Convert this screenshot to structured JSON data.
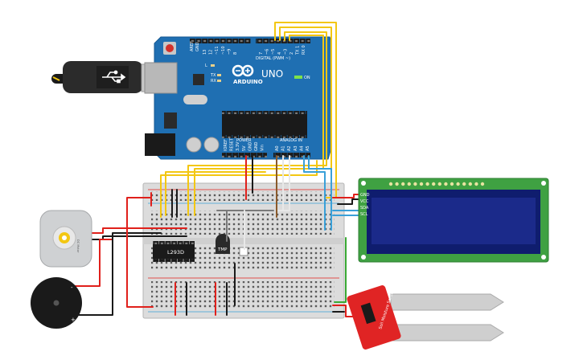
{
  "arduino": {
    "brand": "ARDUINO",
    "model": "UNO",
    "on_label": "ON",
    "digital_label": "DIGITAL (PWM ~)",
    "power_label": "POWER",
    "analog_label": "ANALOG IN",
    "aref_label": "AREF",
    "gnd_label": "GND",
    "digital_pins": [
      "13",
      "12",
      "~11",
      "~10",
      "~9",
      "8",
      "7",
      "~6",
      "~5",
      "4",
      "~3",
      "2",
      "TX 1",
      "RX 0"
    ],
    "led_l": "L",
    "led_tx": "TX",
    "led_rx": "RX",
    "power_pins": [
      "IOREF",
      "RESET",
      "3.3V",
      "5V",
      "GND",
      "GND",
      "Vin"
    ],
    "analog_pins": [
      "A0",
      "A1",
      "A2",
      "A3",
      "A4",
      "A5"
    ],
    "board_color": "#1f6fb2"
  },
  "lcd": {
    "pin_labels": [
      "GND",
      "VCC",
      "SDA",
      "SCL"
    ],
    "pcb_color": "#3fa142",
    "screen_color": "#1b2a8a"
  },
  "breadboard": {
    "ic_label": "L293D",
    "sensor_label": "TMP"
  },
  "motor": {
    "label": "DC Motor"
  },
  "buzzer": {
    "minus": "-",
    "plus": "+"
  },
  "soil_sensor": {
    "label": "Soil Moisture Sensor",
    "color": "#e02424"
  },
  "wire_colors": {
    "red": "#e0201b",
    "black": "#1a1a1a",
    "yellow": "#f3c712",
    "brown": "#8a5a2b",
    "blue": "#3aa0d8",
    "green": "#3aaa35",
    "white": "#e8e8e8",
    "gray": "#7a7a7a"
  }
}
